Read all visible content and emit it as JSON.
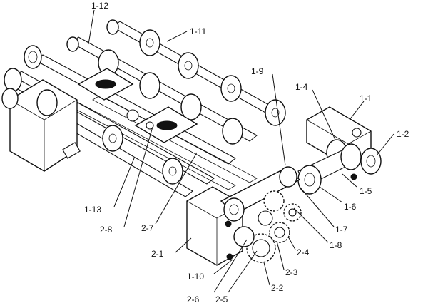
{
  "labels": {
    "l1_12": "1-12",
    "l1_11": "1-11",
    "l1_9": "1-9",
    "l1_4": "1-4",
    "l1_1": "1-1",
    "l1_2": "1-2",
    "l1_5": "1-5",
    "l1_6": "1-6",
    "l1_7": "1-7",
    "l1_8": "1-8",
    "l1_13": "1-13",
    "l2_8": "2-8",
    "l2_7": "2-7",
    "l2_1": "2-1",
    "l2_4": "2-4",
    "l2_3": "2-3",
    "l1_10": "1-10",
    "l2_2": "2-2",
    "l2_6": "2-6",
    "l2_5": "2-5"
  }
}
